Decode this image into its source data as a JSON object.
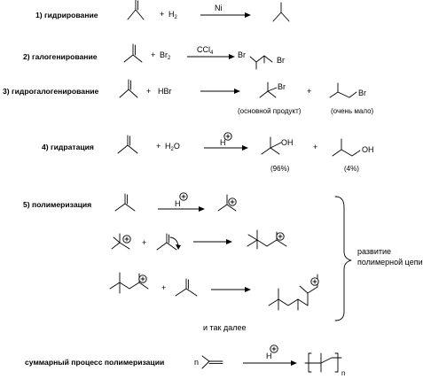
{
  "reactions": [
    {
      "label": "1) гидрирование",
      "plus": "+",
      "reagent": "H",
      "reagent_sub": "2",
      "condition": "Ni"
    },
    {
      "label": "2) галогенирование",
      "plus": "+",
      "reagent": "Br",
      "reagent_sub": "2",
      "condition": "CCl",
      "condition_sub": "4",
      "product_atoms": [
        "Br",
        "Br"
      ]
    },
    {
      "label": "3) гидрогалогенирование",
      "plus": "+",
      "reagent": "HBr",
      "product1_atom": "Br",
      "product2_atom": "Br",
      "product_plus": "+",
      "product1_note": "(основной продукт)",
      "product2_note": "(очень мало)"
    },
    {
      "label": "4) гидратация",
      "plus": "+",
      "reagent": "H",
      "reagent_sub": "2",
      "reagent_tail": "O",
      "condition": "H",
      "product1_atom": "OH",
      "product2_atom": "OH",
      "product_plus": "+",
      "product1_note": "(96%)",
      "product2_note": "(4%)"
    },
    {
      "label": "5) полимеризация",
      "condition": "H",
      "step2_plus": "+",
      "step3_plus": "+",
      "continue_note": "и так далее"
    }
  ],
  "bracket_note": [
    "развитие",
    "полимерной цепи"
  ],
  "summary": {
    "label": "суммарный процесс полимеризации",
    "coefficient": "n",
    "condition": "H",
    "subscript_n": "n"
  }
}
